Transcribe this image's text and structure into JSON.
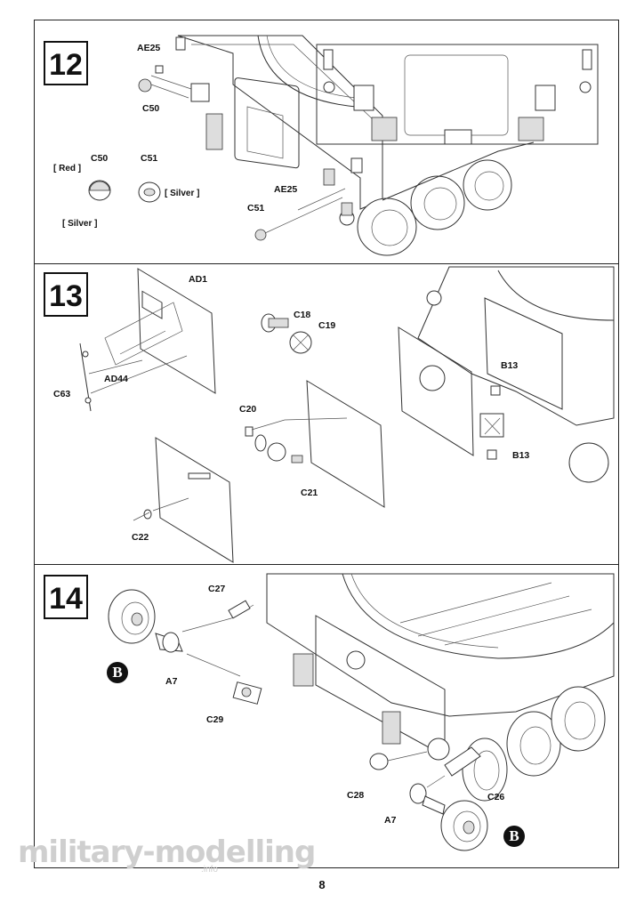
{
  "page_number": "8",
  "steps": [
    {
      "number": "12",
      "callouts": [
        "AE25",
        "C50",
        "C50",
        "C51",
        "AE25",
        "C51"
      ],
      "paint": [
        "[ Red ]",
        "[ Silver ]",
        "[ Silver ]"
      ]
    },
    {
      "number": "13",
      "callouts": [
        "AD1",
        "AD44",
        "C63",
        "C18",
        "C19",
        "C20",
        "C21",
        "C22",
        "B13",
        "B13"
      ]
    },
    {
      "number": "14",
      "callouts": [
        "C27",
        "A7",
        "C29",
        "C28",
        "A7",
        "C26"
      ],
      "subassembly_ref": "B"
    }
  ],
  "watermark": {
    "text": "military-modelling",
    "sub": ".info"
  }
}
